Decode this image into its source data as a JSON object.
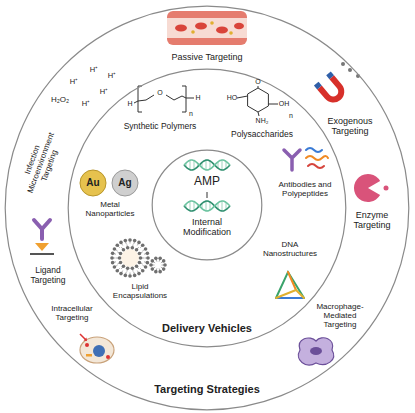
{
  "diagram": {
    "nodes": [
      {
        "text": [
          "Targeting Strategies"
        ]
      },
      {
        "text": [
          "Delivery Vehicles"
        ],
        "in": 0
      },
      {
        "text": [
          "AMP",
          "Internal Modification"
        ],
        "in": 1
      },
      {
        "text": [
          "Au"
        ],
        "in": 1
      },
      {
        "text": [
          "Ag"
        ],
        "in": 1
      }
    ],
    "labels": [
      "Passive Targeting",
      "Exogenous Targeting",
      "Enzyme Targeting",
      "Macrophage-Mediated Targeting",
      "Intracellular Targeting",
      "Ligand Targeting",
      "Infection Microenvironment Targeting",
      "H₂O₂",
      "H⁺",
      "H⁺",
      "H⁺",
      "H⁺",
      "H⁺",
      "Synthetic Polymers",
      "H",
      "O",
      "n",
      "H",
      "Polysaccharides",
      "HO",
      "O",
      "OH",
      "NH₂",
      "n",
      "Antibodies and Polypeptides",
      "Metal Nanoparticles",
      "Lipid Encapsulations",
      "DNA Nanostructures"
    ]
  }
}
